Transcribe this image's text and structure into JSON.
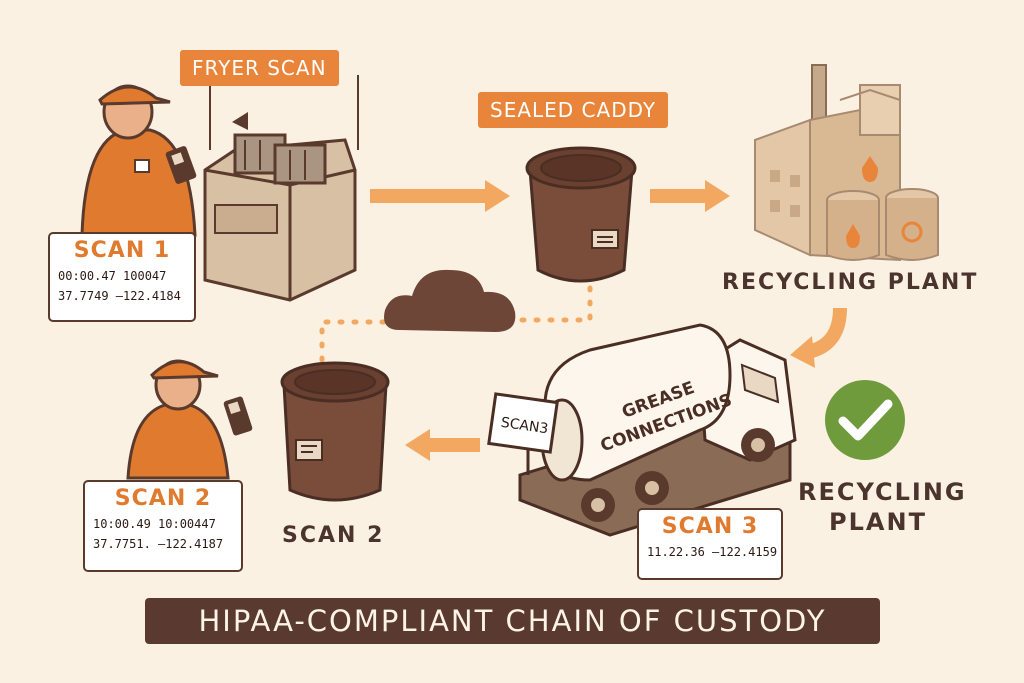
{
  "labels": {
    "fryer_scan": "FRYER SCAN",
    "sealed_caddy": "SEALED CADDY",
    "recycling_plant_top": "RECYCLING PLANT",
    "recycling_plant_right_line1": "RECYCLING",
    "recycling_plant_right_line2": "PLANT",
    "scan2_caption": "SCAN 2",
    "truck_text_line1": "GREASE",
    "truck_text_line2": "CONNECTIONS",
    "truck_sign": "SCAN3"
  },
  "scans": [
    {
      "title": "SCAN 1",
      "line1": "00:00.47   100047",
      "line2": "37.7749 –122.4184"
    },
    {
      "title": "SCAN 2",
      "line1": "10:00.49    10:00447",
      "line2": "37.7751. –122.4187"
    },
    {
      "title": "SCAN 3",
      "line1": "11.22.36 –122.4159"
    }
  ],
  "banner": "HIPAA-COMPLIANT CHAIN OF CUSTODY",
  "colors": {
    "background": "#fbf1e3",
    "accent_orange": "#e9853a",
    "dark_brown": "#5a3a30",
    "check_green": "#6f9b3c"
  }
}
